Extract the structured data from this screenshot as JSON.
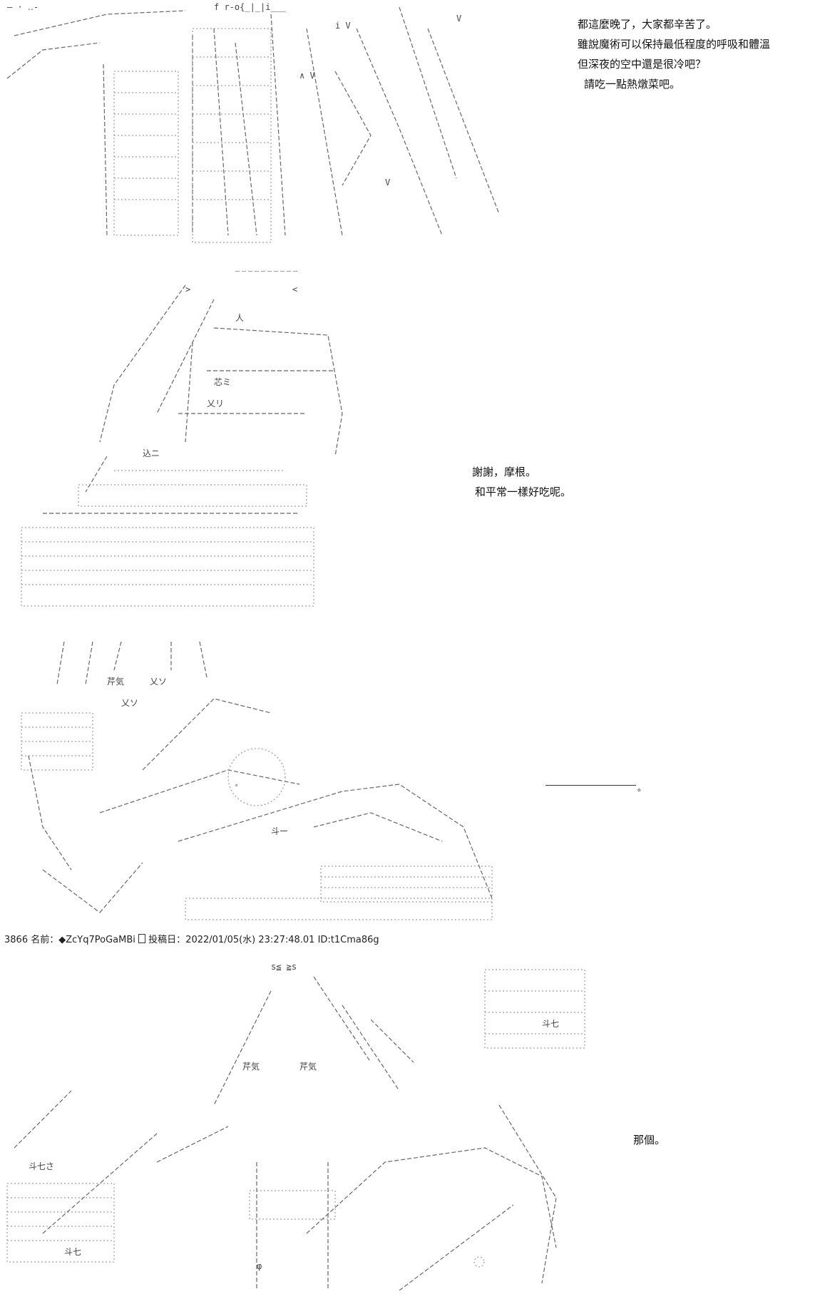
{
  "panel1": {
    "lines": [
      "都這麼晚了，大家都辛苦了。",
      "雖說魔術可以保持最低程度的呼吸和體溫",
      "但深夜的空中還是很冷吧？",
      "請吃一點熱燉菜吧。"
    ]
  },
  "panel2": {
    "lines": [
      "謝謝，摩根。",
      "和平常一樣好吃呢。"
    ]
  },
  "panel3": {
    "dot": "。"
  },
  "post": {
    "number": "3866",
    "label_name": "名前：",
    "name": "◆ZcYq7PoGaMBi",
    "label_date": "投稿日：",
    "date": "2022/01/05(水) 23:27:48.01",
    "id": "ID:t1Cma86g"
  },
  "panel4": {
    "lines": [
      "那個。"
    ]
  }
}
